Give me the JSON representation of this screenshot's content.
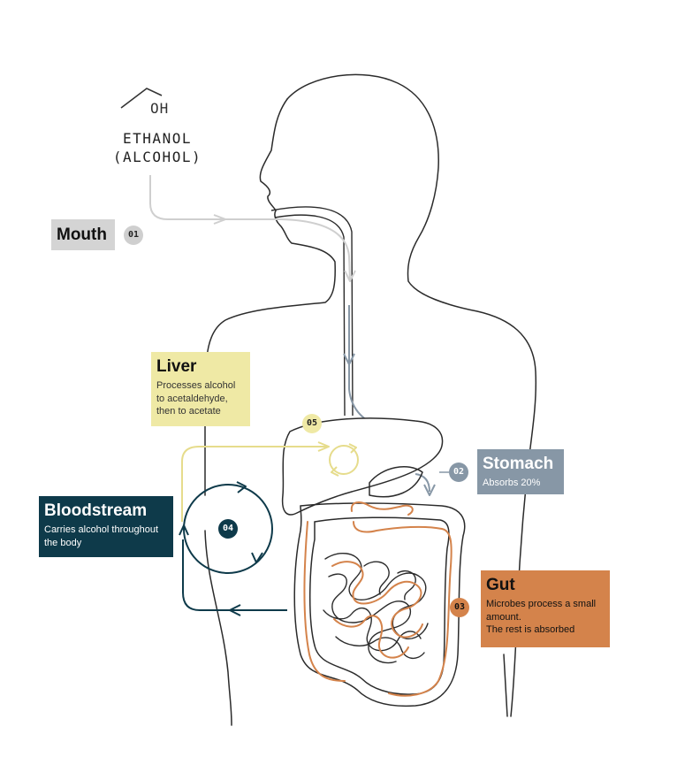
{
  "molecule": {
    "name_line1": "ETHANOL",
    "name_line2": "(ALCOHOL)",
    "group": "OH"
  },
  "stages": {
    "mouth": {
      "number": "01",
      "title": "Mouth"
    },
    "stomach": {
      "number": "02",
      "title": "Stomach",
      "description": "Absorbs 20%"
    },
    "gut": {
      "number": "03",
      "title": "Gut",
      "description_line1": "Microbes process a small",
      "description_line2": "amount.",
      "description_line3": "The rest is absorbed"
    },
    "bloodstream": {
      "number": "04",
      "title": "Bloodstream",
      "description_line1": "Carries alcohol throughout",
      "description_line2": "the body"
    },
    "liver": {
      "number": "05",
      "title": "Liver",
      "description_line1": "Processes alcohol",
      "description_line2": "to acetaldehyde,",
      "description_line3": "then to acetate"
    }
  },
  "colors": {
    "outline": "#2b2b2b",
    "mouth_path": "#cfcfcf",
    "stomach": "#8797a6",
    "gut": "#d4834b",
    "bloodstream": "#0e3a4a",
    "liver": "#efe9a5"
  }
}
